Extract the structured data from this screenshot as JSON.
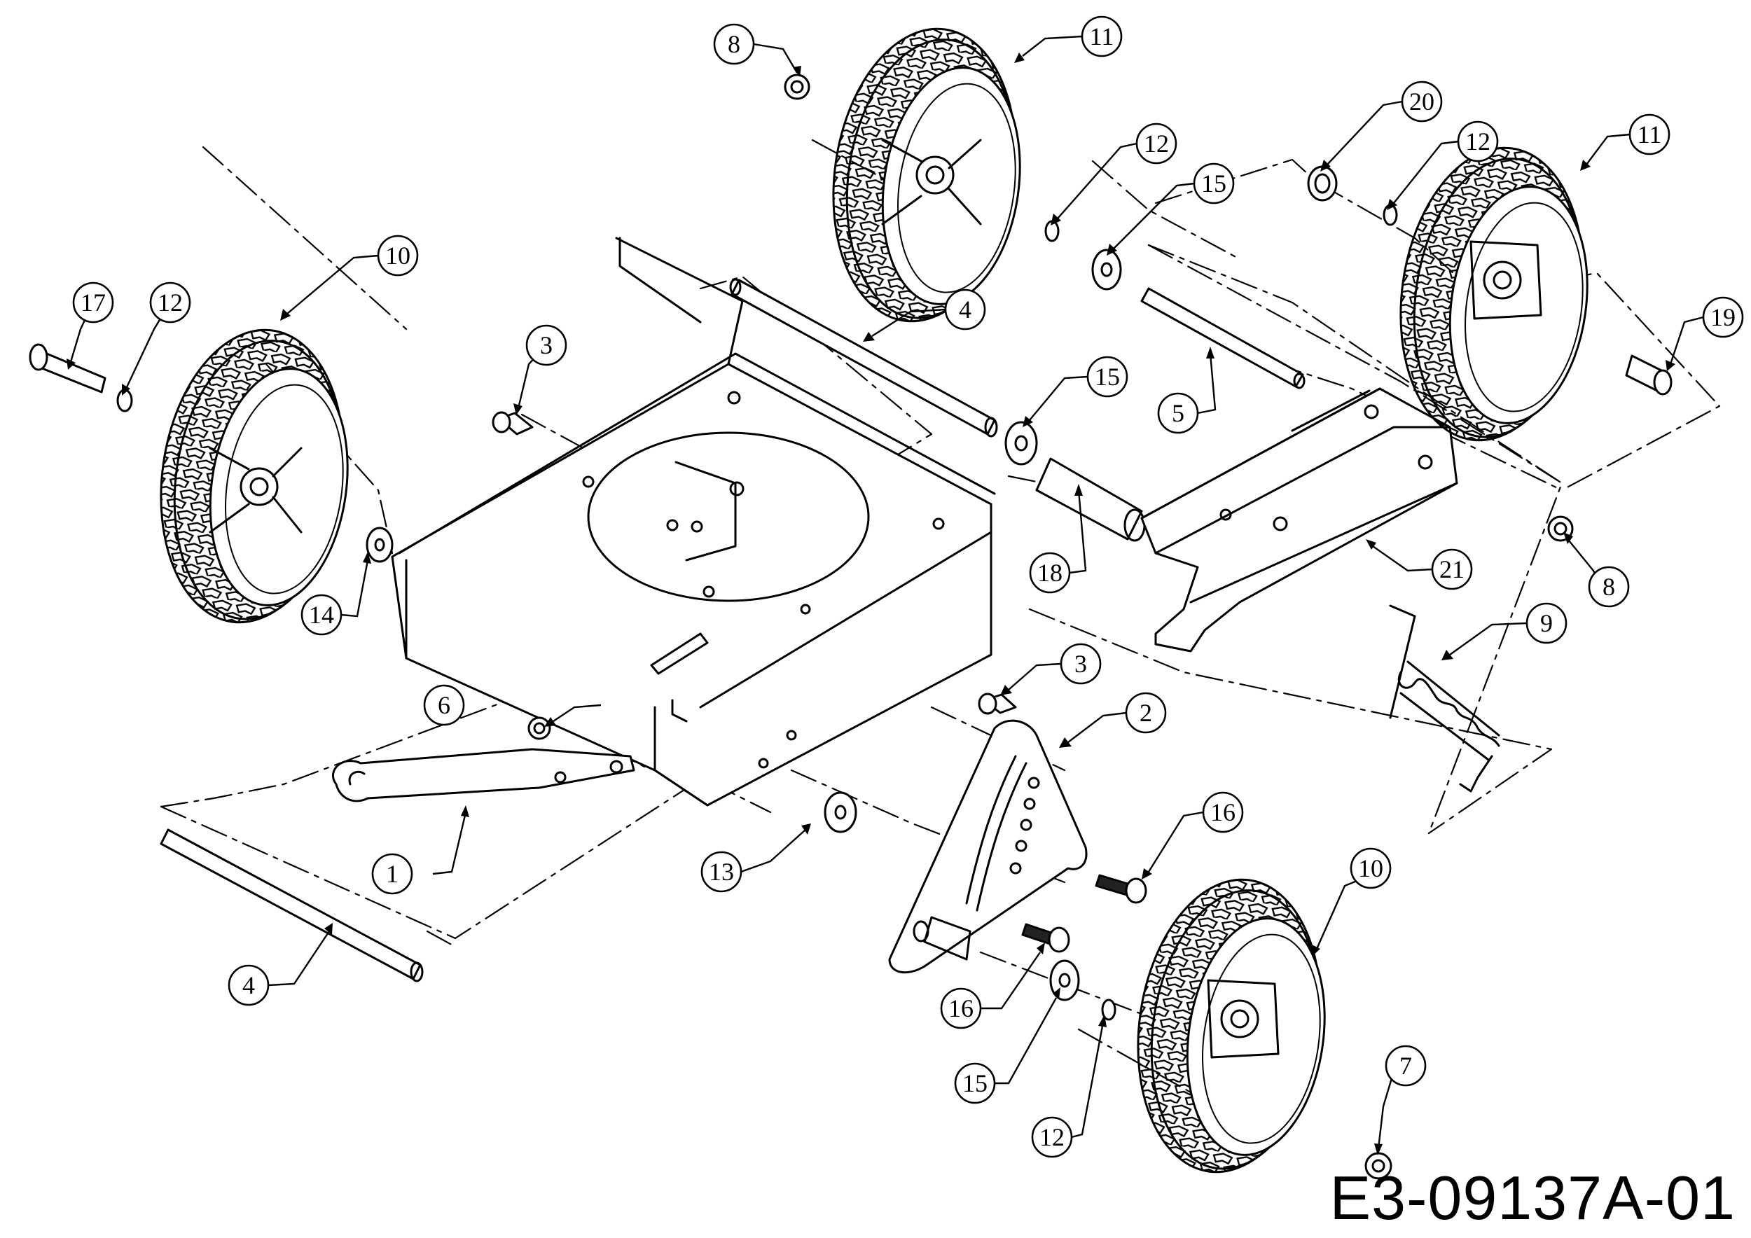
{
  "drawing_code": "E3-09137A-01",
  "callouts": [
    "1",
    "2",
    "3",
    "3",
    "4",
    "4",
    "5",
    "6",
    "7",
    "8",
    "8",
    "9",
    "10",
    "10",
    "11",
    "11",
    "12",
    "12",
    "12",
    "12",
    "13",
    "14",
    "15",
    "15",
    "15",
    "16",
    "16",
    "17",
    "18",
    "19",
    "20",
    "21"
  ]
}
